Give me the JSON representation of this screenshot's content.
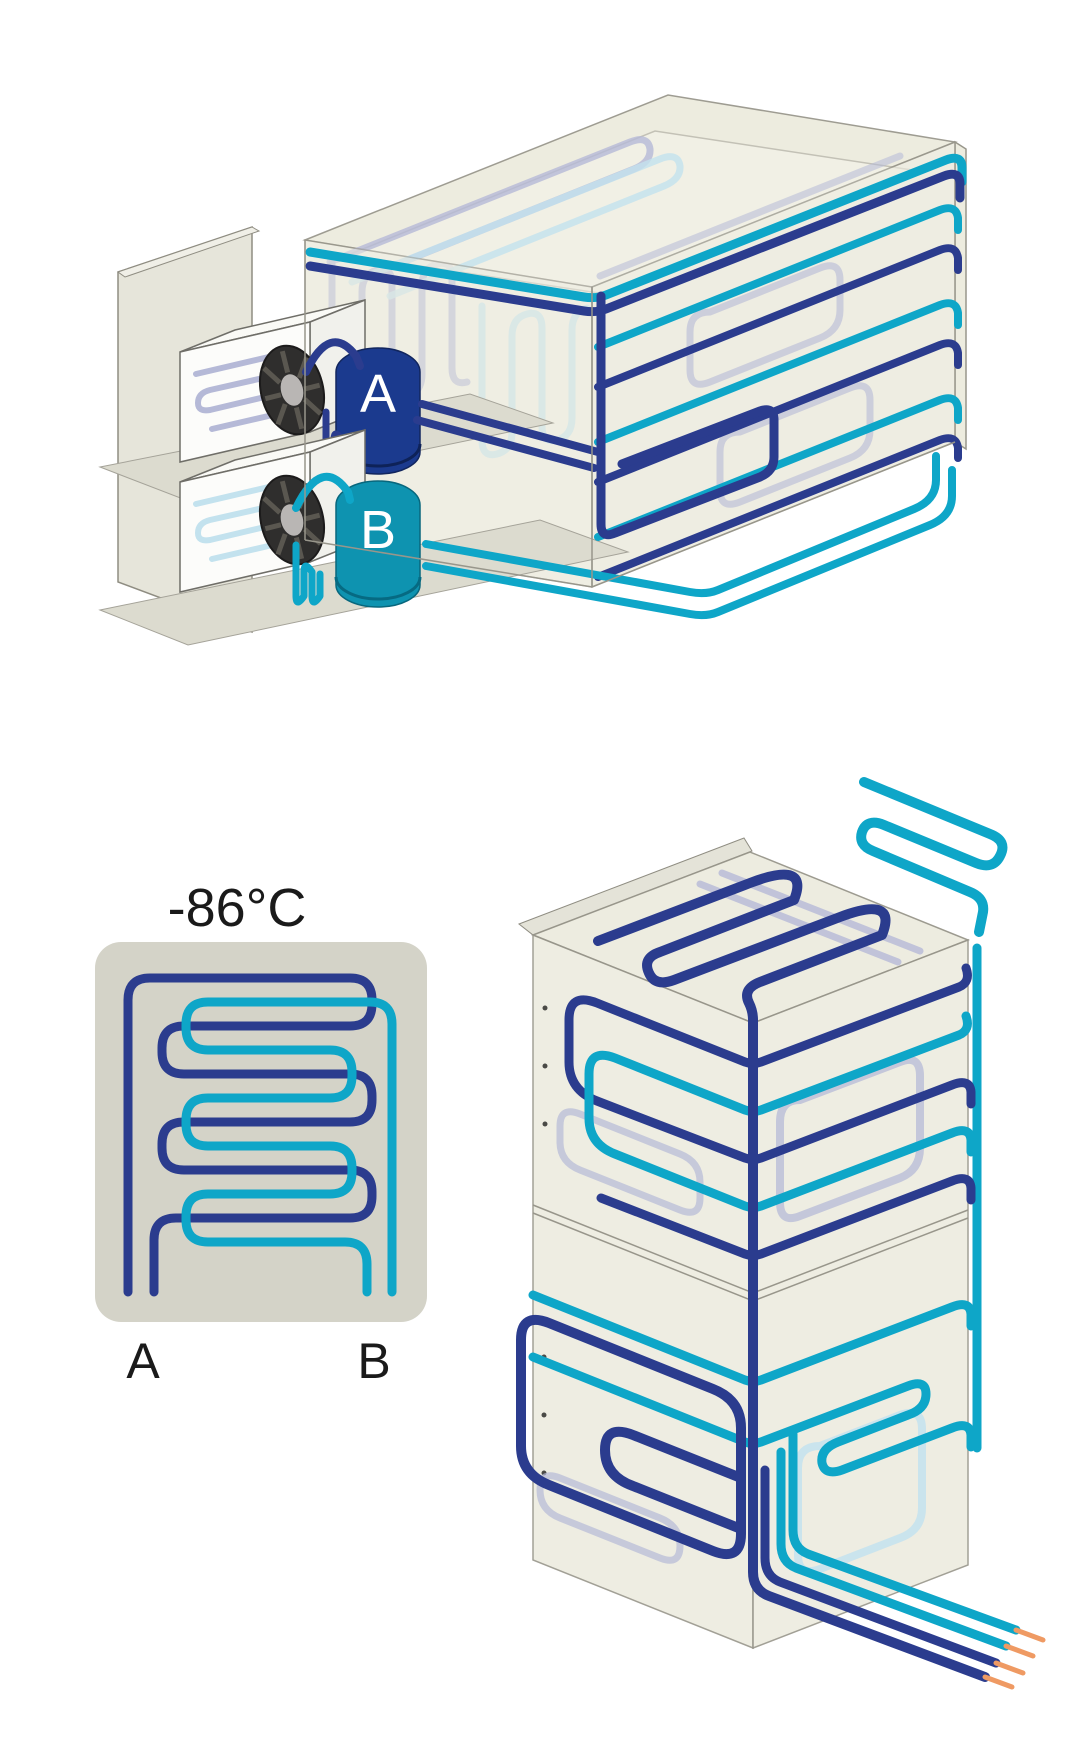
{
  "labels": {
    "compressor_a": "A",
    "compressor_b": "B",
    "plate_temperature": "-86°C",
    "plate_circuit_a": "A",
    "plate_circuit_b": "B"
  },
  "colors": {
    "circuit_a": "#2b3c8e",
    "circuit_b": "#0ea6c8",
    "circuit_a_faded": "#b5b9d7",
    "circuit_b_faded": "#c3e2ee",
    "cabinet_fill": "#edecdf",
    "cabinet_edge": "#98968b",
    "plate_fill": "#d4d3c8",
    "compressor_a_body": "#1b3a8e",
    "compressor_b_body": "#0e93b0",
    "fan_body": "#2f2e2d",
    "fan_hub": "#b9b6b4",
    "copper": "#ef9a63",
    "label_ink": "#1a1a1a"
  }
}
